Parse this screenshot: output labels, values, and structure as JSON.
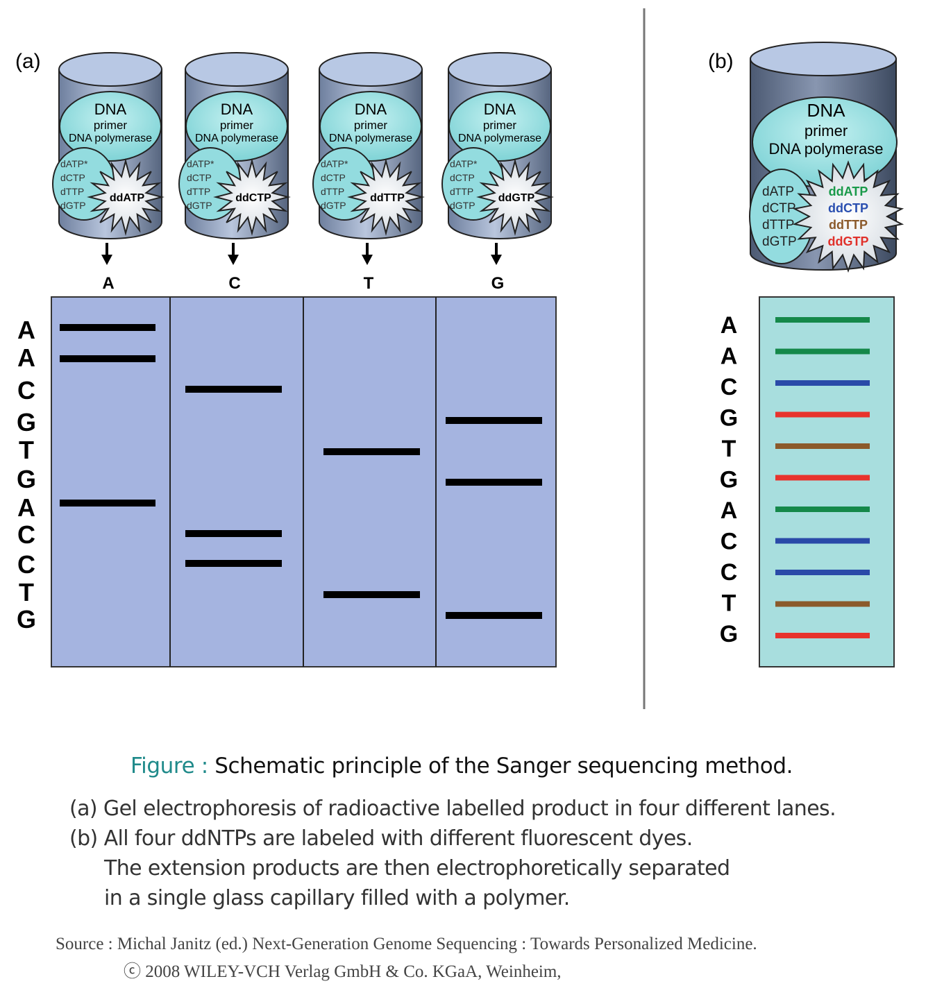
{
  "panel_a": {
    "label": "(a)",
    "tubes": [
      {
        "dna": "DNA",
        "primer": "primer",
        "polymerase": "DNA polymerase",
        "dntps": [
          "dATP*",
          "dCTP",
          "dTTP",
          "dGTP"
        ],
        "ddntp": "ddATP",
        "lane_letter": "A"
      },
      {
        "dna": "DNA",
        "primer": "primer",
        "polymerase": "DNA polymerase",
        "dntps": [
          "dATP*",
          "dCTP",
          "dTTP",
          "dGTP"
        ],
        "ddntp": "ddCTP",
        "lane_letter": "C"
      },
      {
        "dna": "DNA",
        "primer": "primer",
        "polymerase": "DNA polymerase",
        "dntps": [
          "dATP*",
          "dCTP",
          "dTTP",
          "dGTP"
        ],
        "ddntp": "ddTTP",
        "lane_letter": "T"
      },
      {
        "dna": "DNA",
        "primer": "primer",
        "polymerase": "DNA polymerase",
        "dntps": [
          "dATP*",
          "dCTP",
          "dTTP",
          "dGTP"
        ],
        "ddntp": "ddGTP",
        "lane_letter": "G"
      }
    ],
    "sequence": [
      "A",
      "A",
      "C",
      "G",
      "T",
      "G",
      "A",
      "C",
      "C",
      "T",
      "G"
    ],
    "gel_color": "#a5b4e0",
    "band_color": "#000000"
  },
  "panel_b": {
    "label": "(b)",
    "tube": {
      "dna": "DNA",
      "primer": "primer",
      "polymerase": "DNA polymerase",
      "dntps": [
        "dATP",
        "dCTP",
        "dTTP",
        "dGTP"
      ],
      "ddntps": [
        {
          "label": "ddATP",
          "color": "#1a9a4a"
        },
        {
          "label": "ddCTP",
          "color": "#2a4fb0"
        },
        {
          "label": "ddTTP",
          "color": "#8b5a2b"
        },
        {
          "label": "ddGTP",
          "color": "#e0302a"
        }
      ]
    },
    "sequence": [
      "A",
      "A",
      "C",
      "G",
      "T",
      "G",
      "A",
      "C",
      "C",
      "T",
      "G"
    ],
    "capillary_color": "#a8dede",
    "base_colors": {
      "A": "#15884a",
      "C": "#2a4aa8",
      "G": "#e8332d",
      "T": "#8b5a2b"
    }
  },
  "caption": {
    "figure_word": "Figure :",
    "title": " Schematic principle of the Sanger sequencing method.",
    "lines": [
      "(a) Gel electrophoresis of radioactive labelled product in four different lanes.",
      "(b) All four ddNTPs are labeled with different fluorescent dyes.",
      "The extension products are then electrophoretically separated",
      "in a single glass capillary filled with a polymer."
    ]
  },
  "source": {
    "line1": "Source : Michal Janitz (ed.) Next-Generation Genome Sequencing : Towards Personalized Medicine.",
    "line2": "ⓒ 2008 WILEY-VCH Verlag GmbH & Co. KGaA, Weinheim,"
  }
}
